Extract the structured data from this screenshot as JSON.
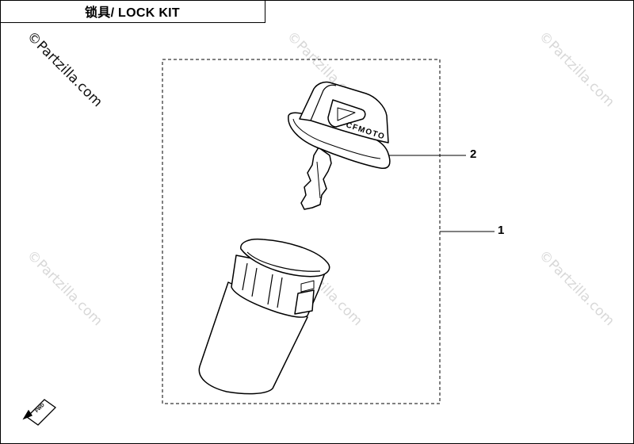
{
  "header": {
    "title": "锁具/ LOCK KIT"
  },
  "watermark": {
    "text": "©Partzilla.com"
  },
  "callouts": {
    "lock_kit": "1",
    "key": "2"
  },
  "key_brand": "CFMOTO",
  "direction_marker": "FWD"
}
